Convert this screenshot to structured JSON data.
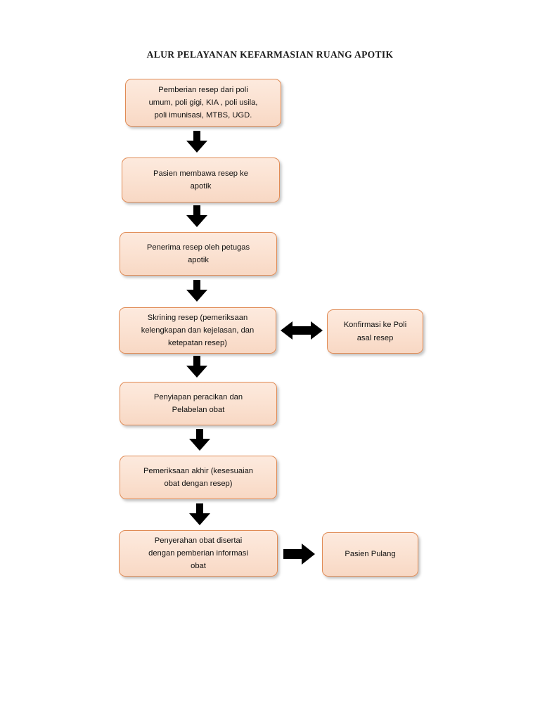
{
  "document": {
    "title": "ALUR PELAYANAN KEFARMASIAN RUANG APOTIK",
    "background_color": "#ffffff"
  },
  "style": {
    "node_fill_top": "#fdeade",
    "node_fill_bottom": "#f8d8c4",
    "node_border": "#e08b55",
    "arrow_color": "#000000",
    "text_color": "#111111"
  },
  "flowchart": {
    "type": "flowchart",
    "orientation": "vertical",
    "nodes": [
      {
        "id": "n1",
        "label": "Pemberian resep dari poli\numum, poli gigi, KIA , poli usila,\npoli imunisasi, MTBS, UGD.",
        "name": "node-pemberian-resep"
      },
      {
        "id": "n2",
        "label": "Pasien membawa resep ke\napotik",
        "name": "node-pasien-membawa-resep"
      },
      {
        "id": "n3",
        "label": "Penerima resep oleh petugas\napotik",
        "name": "node-penerima-resep"
      },
      {
        "id": "n4",
        "label": "Skrining resep (pemeriksaan\nkelengkapan dan kejelasan, dan\nketepatan resep)",
        "name": "node-skrining-resep"
      },
      {
        "id": "n4b",
        "label": "Konfirmasi ke Poli\nasal resep",
        "name": "node-konfirmasi-poli"
      },
      {
        "id": "n5",
        "label": "Penyiapan peracikan dan\nPelabelan obat",
        "name": "node-penyiapan-peracikan"
      },
      {
        "id": "n6",
        "label": "Pemeriksaan akhir (kesesuaian\nobat dengan resep)",
        "name": "node-pemeriksaan-akhir"
      },
      {
        "id": "n7",
        "label": "Penyerahan obat disertai\ndengan pemberian informasi\nobat",
        "name": "node-penyerahan-obat"
      },
      {
        "id": "n7b",
        "label": "Pasien Pulang",
        "name": "node-pasien-pulang"
      }
    ],
    "edges": [
      {
        "from": "n1",
        "to": "n2",
        "direction": "down",
        "icon": "arrow-down-icon"
      },
      {
        "from": "n2",
        "to": "n3",
        "direction": "down",
        "icon": "arrow-down-icon"
      },
      {
        "from": "n3",
        "to": "n4",
        "direction": "down",
        "icon": "arrow-down-icon"
      },
      {
        "from": "n4",
        "to": "n4b",
        "direction": "both",
        "icon": "arrow-left-right-icon"
      },
      {
        "from": "n4",
        "to": "n5",
        "direction": "down",
        "icon": "arrow-down-icon"
      },
      {
        "from": "n5",
        "to": "n6",
        "direction": "down",
        "icon": "arrow-down-icon"
      },
      {
        "from": "n6",
        "to": "n7",
        "direction": "down",
        "icon": "arrow-down-icon"
      },
      {
        "from": "n7",
        "to": "n7b",
        "direction": "right",
        "icon": "arrow-right-icon"
      }
    ]
  }
}
